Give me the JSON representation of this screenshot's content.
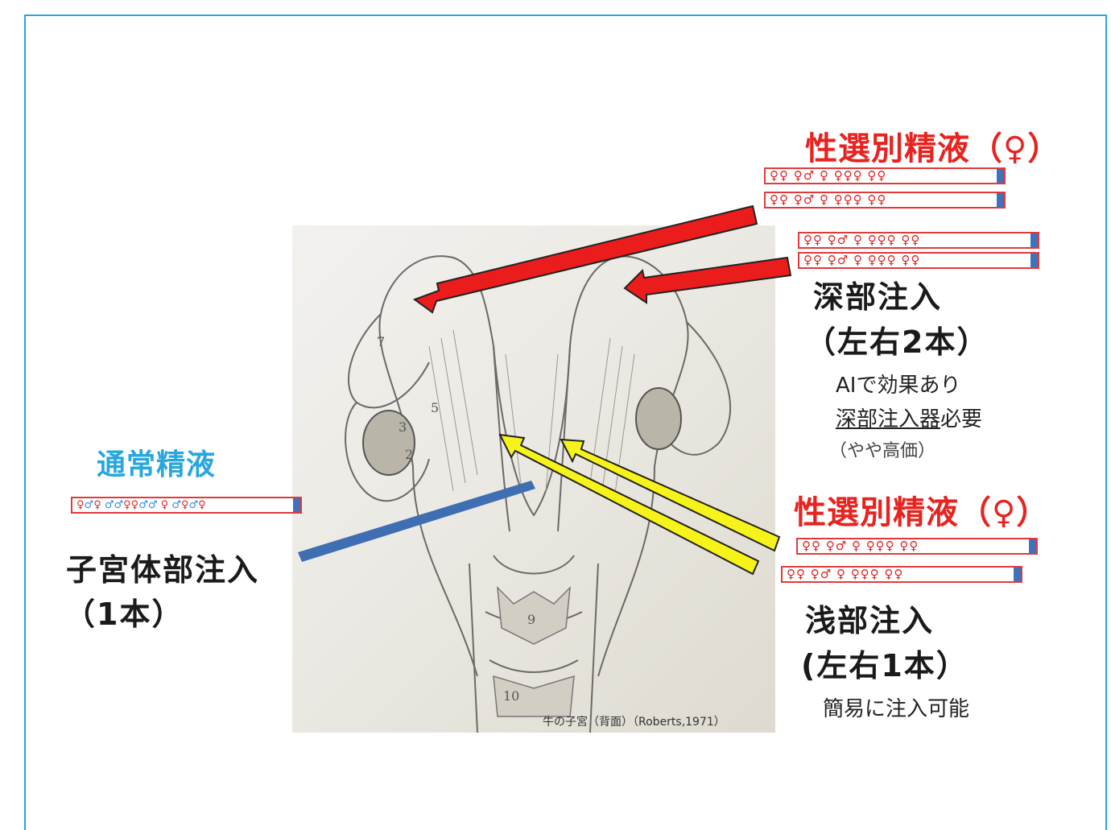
{
  "colors": {
    "frame": "#29a8d8",
    "red_arrow": "#ea1c1c",
    "yellow_arrow": "#f6f31a",
    "blue_line": "#3f6eb3",
    "female_symbol": "#e02020",
    "male_symbol": "#2b8fe0"
  },
  "titles": {
    "sexed_top": "性選別精液（♀）",
    "sexed_bottom": "性選別精液（♀）",
    "normal": "通常精液"
  },
  "straws": {
    "sexed": "♀♀ ♀♂ ♀ ♀♀♀ ♀♀",
    "normal": "♀♂♀ ♂♂ ♀♀♂♂ ♀ ♂♀♂♀"
  },
  "deep": {
    "line1": "深部注入",
    "line2": "（左右2本）",
    "note1": "AIで効果あり",
    "note2_underlined": "深部注入器",
    "note2_rest": "必要",
    "note3": "（やや高価）"
  },
  "shallow": {
    "line1": "浅部注入",
    "line2": "(左右1本）",
    "note1": "簡易に注入可能"
  },
  "body": {
    "line1": "子宮体部注入",
    "line2": "（1本）"
  },
  "figure": {
    "caption": "牛の子宮（背面）（Roberts,1971）",
    "numbers": [
      "7",
      "5",
      "3",
      "2",
      "9",
      "10"
    ]
  }
}
